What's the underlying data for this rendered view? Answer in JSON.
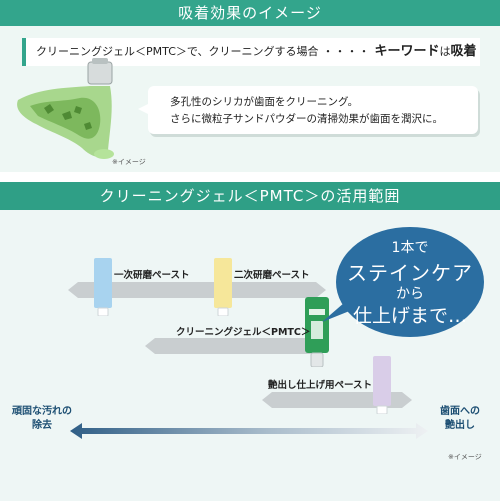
{
  "panel1": {
    "title": "吸着効果のイメージ",
    "key_prefix": "クリーニングジェル＜PMTC＞で、クリーニングする場合",
    "key_dots": "・・・・",
    "key_word": "キーワード",
    "key_wa": "は",
    "key_value": "吸着",
    "bubble_line1": "多孔性のシリカが歯面をクリーニング。",
    "bubble_line2": "さらに微粒子サンドパウダーの清掃効果が歯面を潤沢に。",
    "image_note": "※イメージ"
  },
  "panel2": {
    "title": "クリーニングジェル＜PMTC＞の活用範囲",
    "products": [
      {
        "label": "一次研磨ペースト",
        "color": "#a8d3ef"
      },
      {
        "label": "二次研磨ペースト",
        "color": "#f6e79a"
      },
      {
        "label": "クリーニングジェル＜PMTC＞",
        "color": "#2f9e58"
      },
      {
        "label": "艶出し仕上げ用ペースト",
        "color": "#d9cde8"
      }
    ],
    "callout": {
      "line1": "1本で",
      "line2": "ステインケア",
      "line3": "から",
      "line4": "仕上げまで…"
    },
    "left_end": {
      "line1": "頑固な汚れの",
      "line2": "除去"
    },
    "right_end": {
      "line1": "歯面への",
      "line2": "艶出し"
    },
    "image_note": "※イメージ"
  }
}
